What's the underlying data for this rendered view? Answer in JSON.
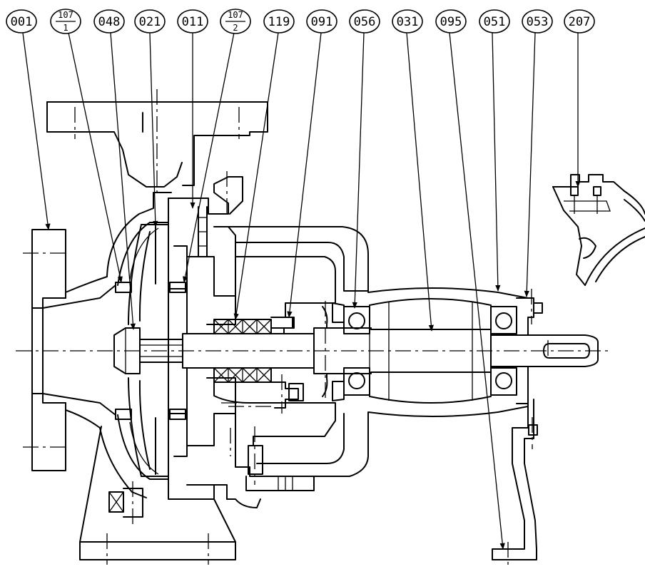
{
  "callouts": [
    {
      "id": "c001",
      "label": "001"
    },
    {
      "id": "c107-1",
      "numerator": "107",
      "denominator": "1"
    },
    {
      "id": "c048",
      "label": "048"
    },
    {
      "id": "c021",
      "label": "021"
    },
    {
      "id": "c011",
      "label": "011"
    },
    {
      "id": "c107-2",
      "numerator": "107",
      "denominator": "2"
    },
    {
      "id": "c119",
      "label": "119"
    },
    {
      "id": "c091",
      "label": "091"
    },
    {
      "id": "c056",
      "label": "056"
    },
    {
      "id": "c031",
      "label": "031"
    },
    {
      "id": "c095",
      "label": "095"
    },
    {
      "id": "c051",
      "label": "051"
    },
    {
      "id": "c053",
      "label": "053"
    },
    {
      "id": "c207",
      "label": "207"
    }
  ]
}
